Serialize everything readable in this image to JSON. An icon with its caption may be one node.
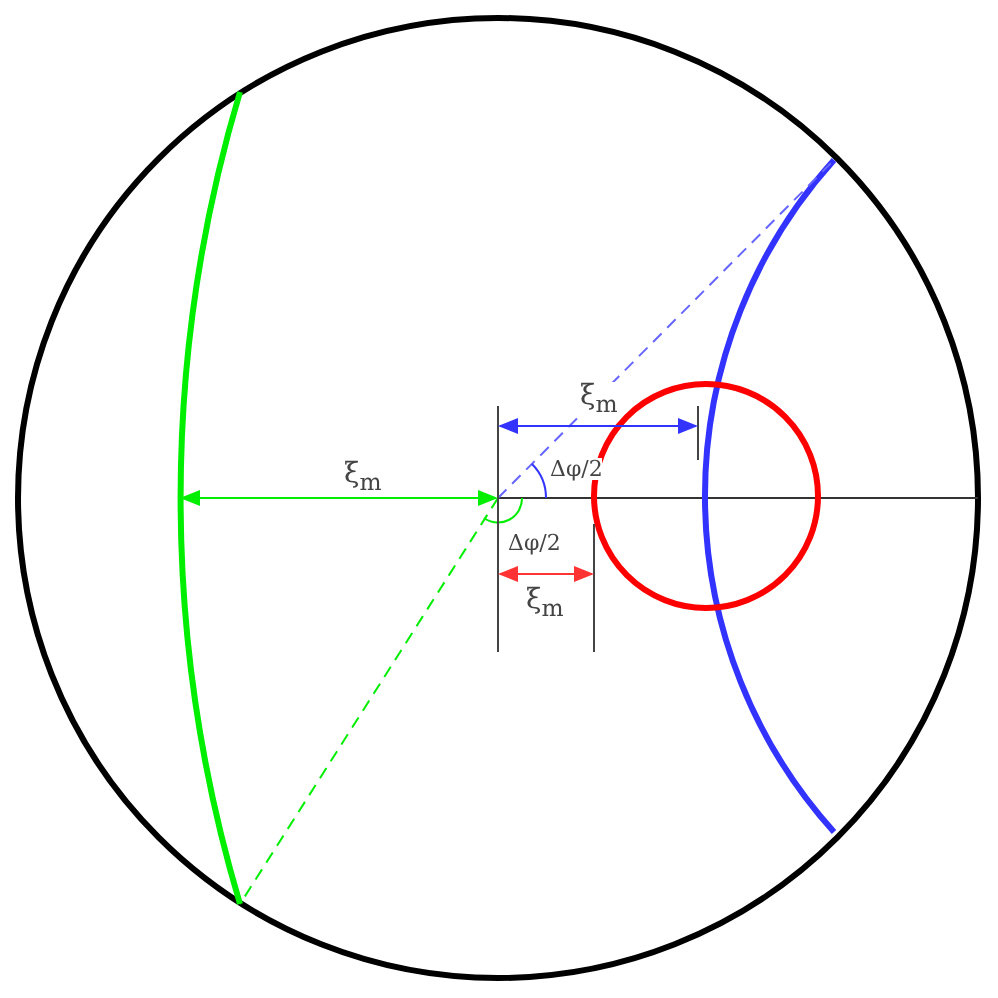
{
  "diagram": {
    "labels": [
      "ξ$_{m}$",
      "Δφ/2",
      "ξ$_{m}$",
      "Δφ/2",
      "ξ$_{m}$"
    ]
  }
}
